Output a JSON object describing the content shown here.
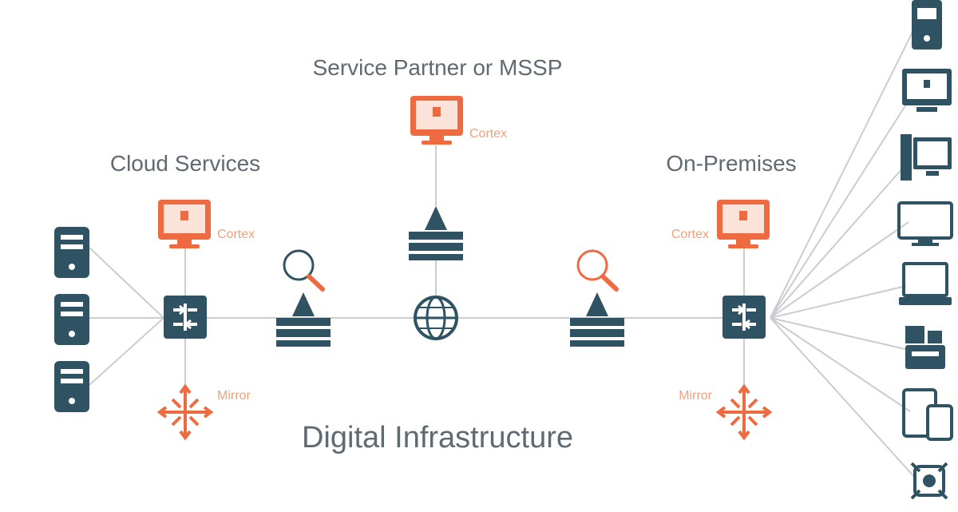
{
  "labels": {
    "service_partner": "Service Partner or MSSP",
    "cloud_services": "Cloud Services",
    "on_premises": "On-Premises",
    "digital_infrastructure": "Digital Infrastructure",
    "cortex_top": "Cortex",
    "cortex_left": "Cortex",
    "cortex_right": "Cortex",
    "mirror_left": "Mirror",
    "mirror_right": "Mirror"
  },
  "colors": {
    "dark": "#2f5362",
    "orange": "#ee6b42",
    "line": "#c9cdd2",
    "text": "#5f6a72",
    "orange_light": "#f0a07a"
  },
  "icons": {
    "monitor": "monitor-icon",
    "hub": "hub-icon",
    "firewall": "firewall-icon",
    "magnifier": "magnifier-icon",
    "globe": "globe-icon",
    "server": "server-icon",
    "mirror": "mirror-arrows-icon"
  }
}
